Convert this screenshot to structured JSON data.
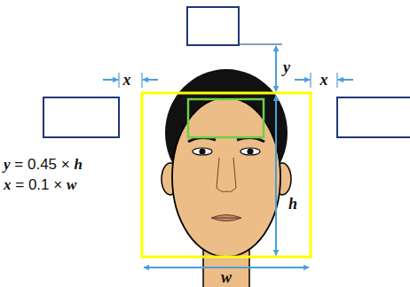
{
  "diagram": {
    "labels": [
      "x",
      "y",
      "x",
      "y = 0.45 × h",
      "x = 0.1 × w",
      "h",
      "w"
    ]
  }
}
